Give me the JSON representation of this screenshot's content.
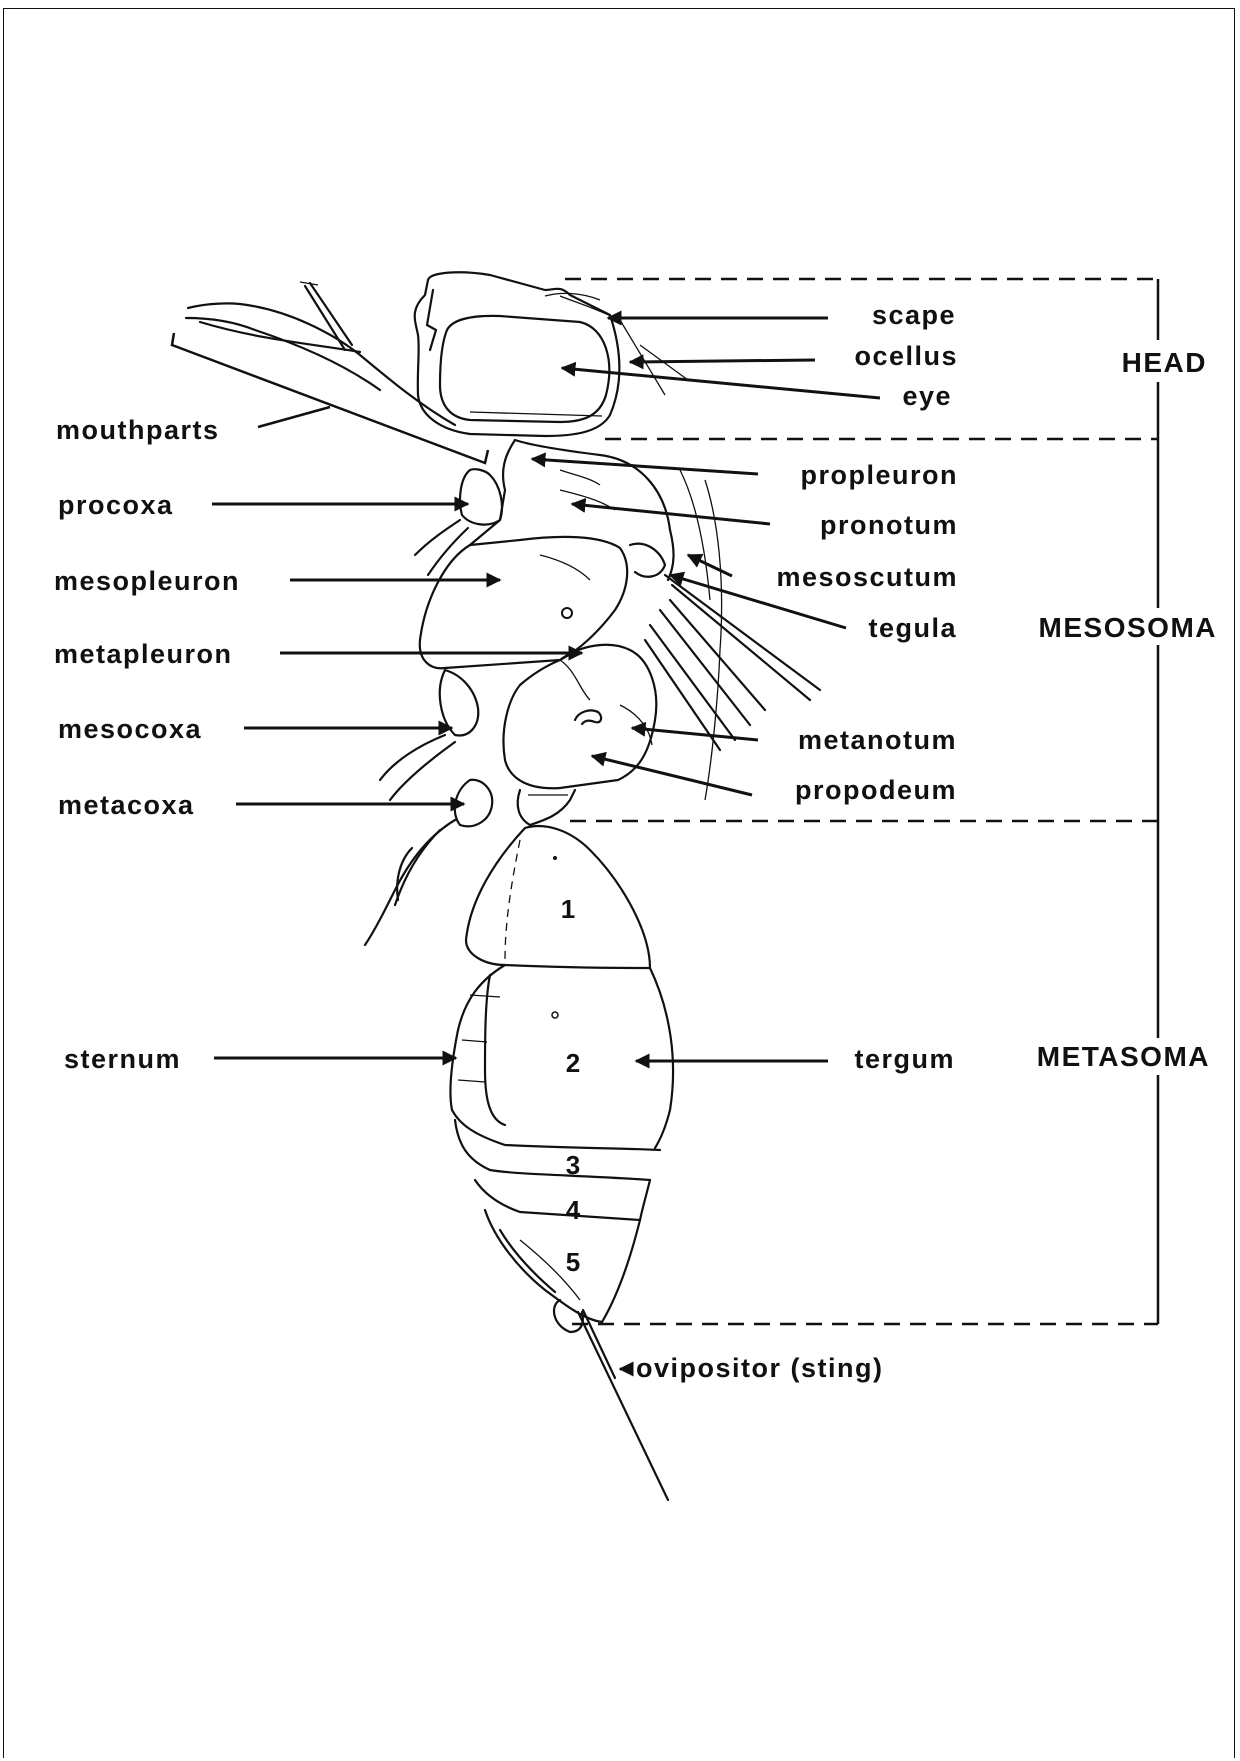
{
  "labels": {
    "scape": "scape",
    "ocellus": "ocellus",
    "eye": "eye",
    "mouthparts": "mouthparts",
    "propleuron": "propleuron",
    "procoxa": "procoxa",
    "pronotum": "pronotum",
    "mesopleuron": "mesopleuron",
    "mesoscutum": "mesoscutum",
    "tegula": "tegula",
    "metapleuron": "metapleuron",
    "mesocoxa": "mesocoxa",
    "metanotum": "metanotum",
    "metacoxa": "metacoxa",
    "propodeum": "propodeum",
    "sternum": "sternum",
    "tergum": "tergum",
    "ovipositor": "ovipositor (sting)"
  },
  "regions": {
    "head": "HEAD",
    "mesosoma": "MESOSOMA",
    "metasoma": "METASOMA"
  },
  "segments": [
    "1",
    "2",
    "3",
    "4",
    "5"
  ],
  "colors": {
    "ink": "#111111",
    "paper": "#ffffff"
  }
}
